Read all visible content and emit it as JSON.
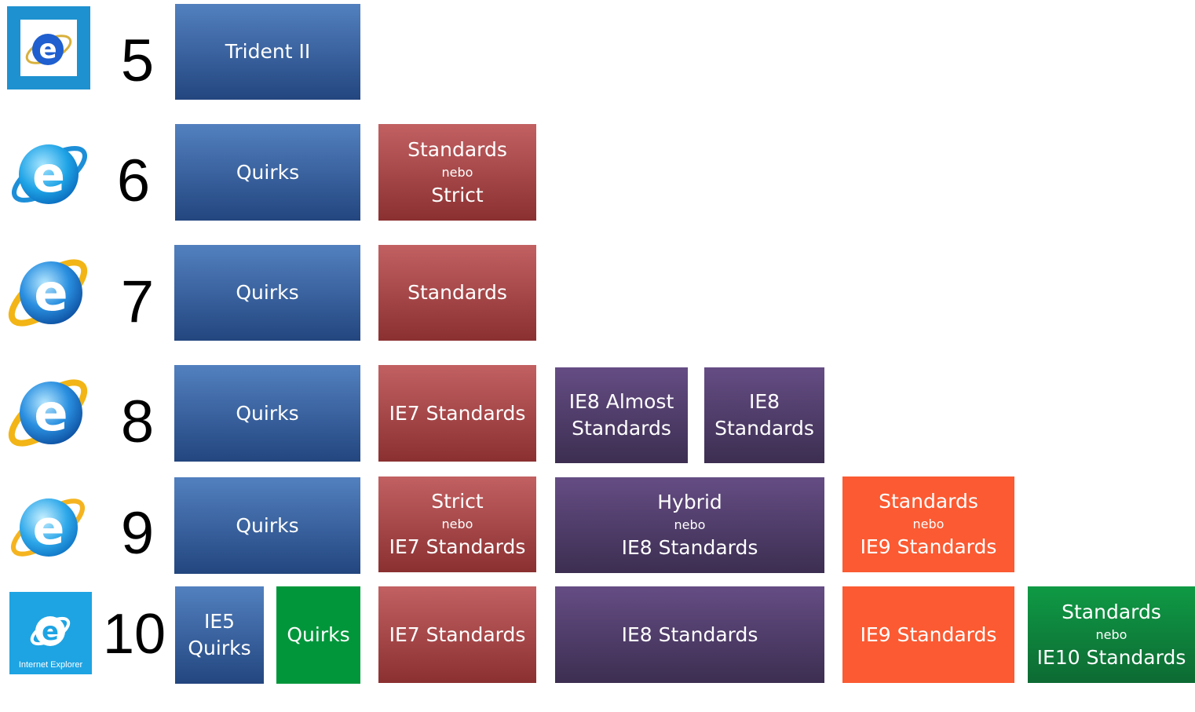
{
  "rows": [
    {
      "version": "5"
    },
    {
      "version": "6"
    },
    {
      "version": "7"
    },
    {
      "version": "8"
    },
    {
      "version": "9"
    },
    {
      "version": "10",
      "logo_caption": "Internet Explorer"
    }
  ],
  "boxes": {
    "r5_trident": "Trident II",
    "r6_quirks": "Quirks",
    "r6_std_line1": "Standards",
    "r6_std_nebo": "nebo",
    "r6_std_line2": "Strict",
    "r7_quirks": "Quirks",
    "r7_standards": "Standards",
    "r8_quirks": "Quirks",
    "r8_ie7": "IE7 Standards",
    "r8_almost_line1": "IE8 Almost",
    "r8_almost_line2": "Standards",
    "r8_ie8_line1": "IE8",
    "r8_ie8_line2": "Standards",
    "r9_quirks": "Quirks",
    "r9_strict_line1": "Strict",
    "r9_strict_nebo": "nebo",
    "r9_strict_line2": "IE7 Standards",
    "r9_hybrid_line1": "Hybrid",
    "r9_hybrid_nebo": "nebo",
    "r9_hybrid_line2": "IE8 Standards",
    "r9_std_line1": "Standards",
    "r9_std_nebo": "nebo",
    "r9_std_line2": "IE9 Standards",
    "r10_ie5_line1": "IE5",
    "r10_ie5_line2": "Quirks",
    "r10_quirks": "Quirks",
    "r10_ie7": "IE7 Standards",
    "r10_ie8": "IE8 Standards",
    "r10_ie9": "IE9 Standards",
    "r10_std_line1": "Standards",
    "r10_std_nebo": "nebo",
    "r10_std_line2": "IE10 Standards"
  },
  "colors": {
    "quirks_blue": "#3a64a4",
    "standards_red": "#a94446",
    "ie8_purple": "#503e6a",
    "ie9_orange": "#fb5a32",
    "ie10_green": "#02963b"
  },
  "icons": {
    "ie5": "ie5-logo-icon",
    "ie6": "ie6-logo-icon",
    "ie7": "ie7-logo-icon",
    "ie8": "ie8-logo-icon",
    "ie9": "ie9-logo-icon",
    "ie10": "ie10-logo-icon"
  }
}
